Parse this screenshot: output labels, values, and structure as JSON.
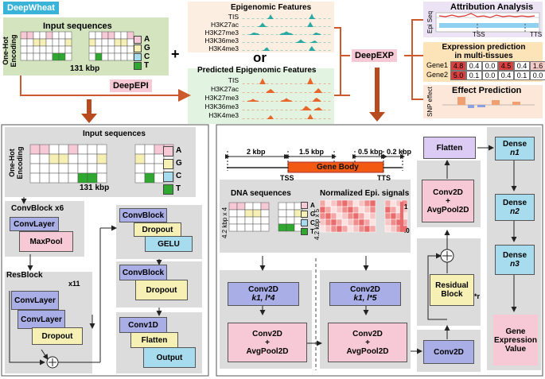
{
  "colors": {
    "teal": "#2aa9a3",
    "orange_arrow": "#cc5a2c",
    "pink_label": "#f7c9d6",
    "purple": "#a9aee6"
  },
  "top": {
    "deepwheat": "DeepWheat",
    "input_title": "Input sequences",
    "onehot": "One-Hot\nEncoding",
    "length": "131 kbp",
    "bases": [
      "A",
      "G",
      "C",
      "T"
    ],
    "plus": "+",
    "deepepi": "DeepEPI",
    "epi_title": "Epigenomic Features",
    "or": "or",
    "pred_title": "Predicted Epigenomic Features",
    "tracks": [
      "TIS",
      "H3K27ac",
      "H3K27me3",
      "H3K36me3",
      "H3K4me3"
    ],
    "deepexp": "DeepEXP",
    "attr_title": "Attribution Analysis",
    "epi_seq": "Epi Seq",
    "tss": "TSS",
    "tts": "TTS",
    "expr_title": "Expression prediction\nin multi-tissues",
    "genes": [
      {
        "name": "Gene1",
        "vals": [
          "4.8",
          "0.4",
          "0.0",
          "4.5",
          "0.4",
          "1.6"
        ]
      },
      {
        "name": "Gene2",
        "vals": [
          "5.0",
          "0.1",
          "0.0",
          "0.4",
          "0.1",
          "0.0"
        ]
      }
    ],
    "effect_title": "Effect Prediction",
    "snp": "SNP effect"
  },
  "left": {
    "input_title": "Input sequences",
    "onehot": "One-Hot\nEncoding",
    "length": "131 kbp",
    "bases": [
      "A",
      "G",
      "C",
      "T"
    ],
    "convblock_x6": "ConvBlock x6",
    "convlayer": "ConvLayer",
    "maxpool": "MaxPool",
    "resblock": "ResBlock",
    "x11": "x11",
    "dropout": "Dropout",
    "convblock": "ConvBlock",
    "gelu": "GELU",
    "conv1d": "Conv1D",
    "flatten": "Flatten",
    "output": "Output",
    "plus": "+"
  },
  "right": {
    "kbp2": "2 kbp",
    "kbp15": "1.5 kbp",
    "kbp05": "0.5 kbp",
    "kbp02": "0.2 kbp",
    "gene_body": "Gene Body",
    "tss": "TSS",
    "tts": "TTS",
    "dna": "DNA sequences",
    "norm": "Normalized Epi. signals",
    "dna_dim": "4.2 kbp x 4",
    "epi_dim": "4.2 kbp x 5",
    "bases": [
      "A",
      "G",
      "C",
      "T"
    ],
    "one": "1",
    "zero": ".0",
    "conv2d": "Conv2D",
    "k1_4": "k1, l*4",
    "k1_5": "k1, l*5",
    "conv_pool": "Conv2D\n+\nAvgPool2D",
    "flatten": "Flatten",
    "residual": "Residual\nBlock",
    "r": "*r",
    "dense": "Dense",
    "n1": "n1",
    "n2": "n2",
    "n3": "n3",
    "gene_expr": "Gene\nExpression\nValue",
    "plus": "+"
  }
}
